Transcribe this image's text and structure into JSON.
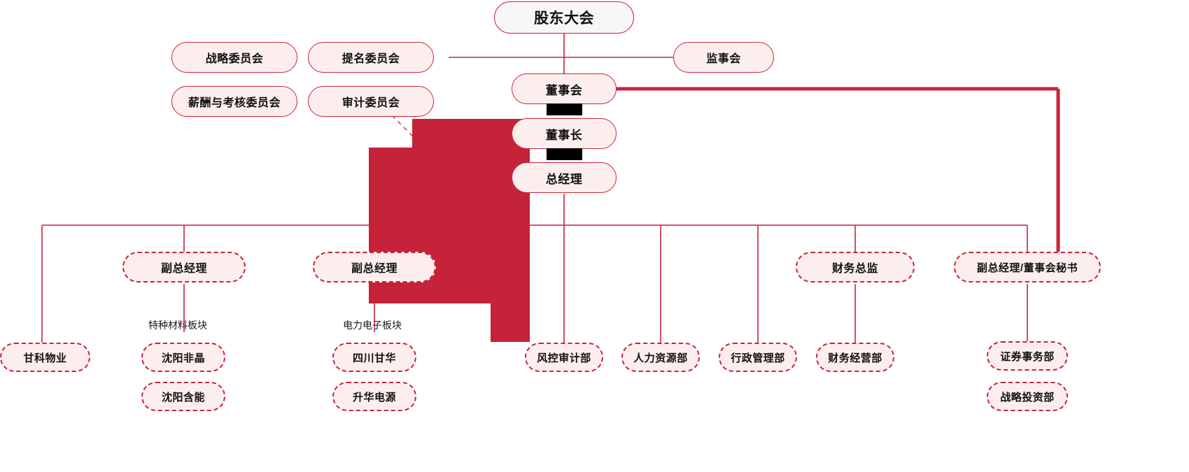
{
  "diagram": {
    "title_node": {
      "label": "股东大会"
    },
    "supervisory": {
      "label": "监事会"
    },
    "board": {
      "label": "董事会"
    },
    "chairman": {
      "label": "董事长"
    },
    "general_manager": {
      "label": "总经理"
    },
    "committees": [
      {
        "label": "战略委员会"
      },
      {
        "label": "提名委员会"
      },
      {
        "label": "薪酬与考核委员会"
      },
      {
        "label": "审计委员会"
      }
    ],
    "vice_managers": [
      {
        "label": "副总经理"
      },
      {
        "label": "副总经理"
      },
      {
        "label": "财务总监"
      },
      {
        "label": "副总经理/董事会秘书"
      }
    ],
    "segment_labels": [
      {
        "label": "特种材料板块"
      },
      {
        "label": "电力电子板块"
      }
    ],
    "departments": [
      {
        "label": "甘科物业"
      },
      {
        "label": "沈阳非晶"
      },
      {
        "label": "沈阳含能"
      },
      {
        "label": "四川甘华"
      },
      {
        "label": "升华电源"
      },
      {
        "label": "风控审计部"
      },
      {
        "label": "人力资源部"
      },
      {
        "label": "行政管理部"
      },
      {
        "label": "财务经营部"
      },
      {
        "label": "证券事务部"
      },
      {
        "label": "战略投资部"
      }
    ],
    "colors": {
      "line": "#c8243c",
      "node_fill": "#fdeeee",
      "node_border": "#c8243c",
      "top_fill": "#f7f7f7",
      "overlay": "#c4233a",
      "text": "#111111"
    }
  }
}
